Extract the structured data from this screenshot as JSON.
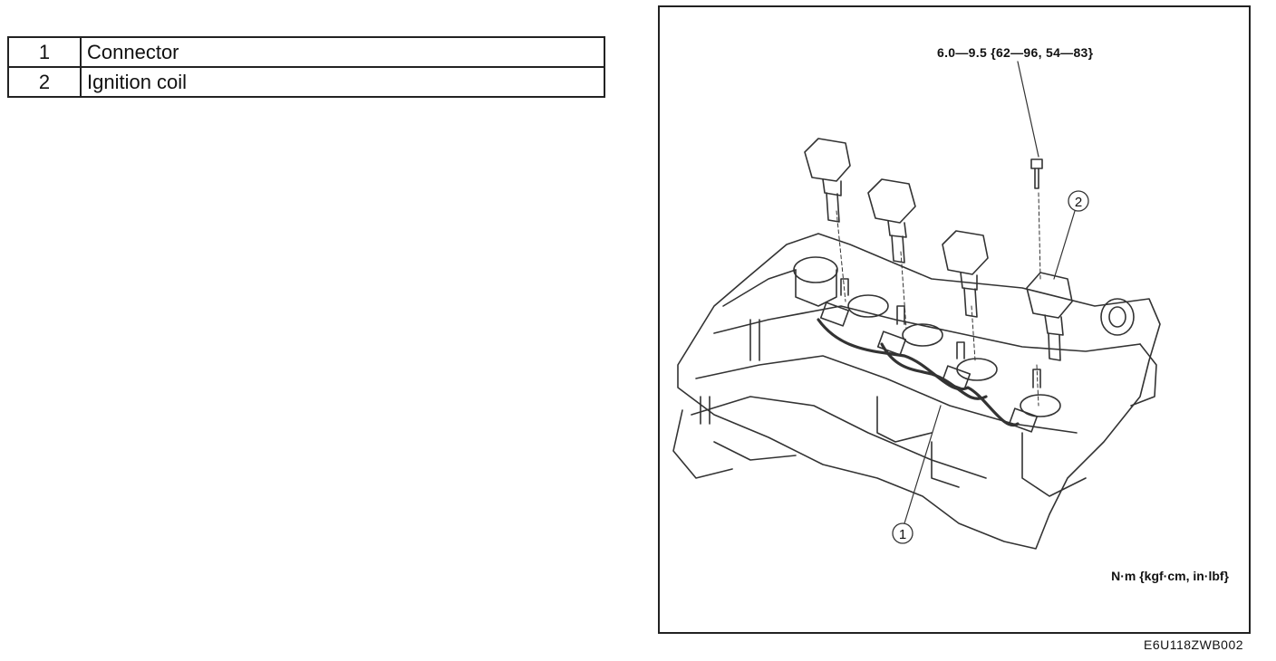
{
  "legend": {
    "rows": [
      {
        "number": "1",
        "name": "Connector"
      },
      {
        "number": "2",
        "name": "Ignition coil"
      }
    ]
  },
  "figure": {
    "torque_spec": "6.0—9.5 {62—96, 54—83}",
    "units": "N·m {kgf·cm, in·lbf}",
    "callouts": [
      "1",
      "2"
    ],
    "code": "E6U118ZWB002"
  }
}
